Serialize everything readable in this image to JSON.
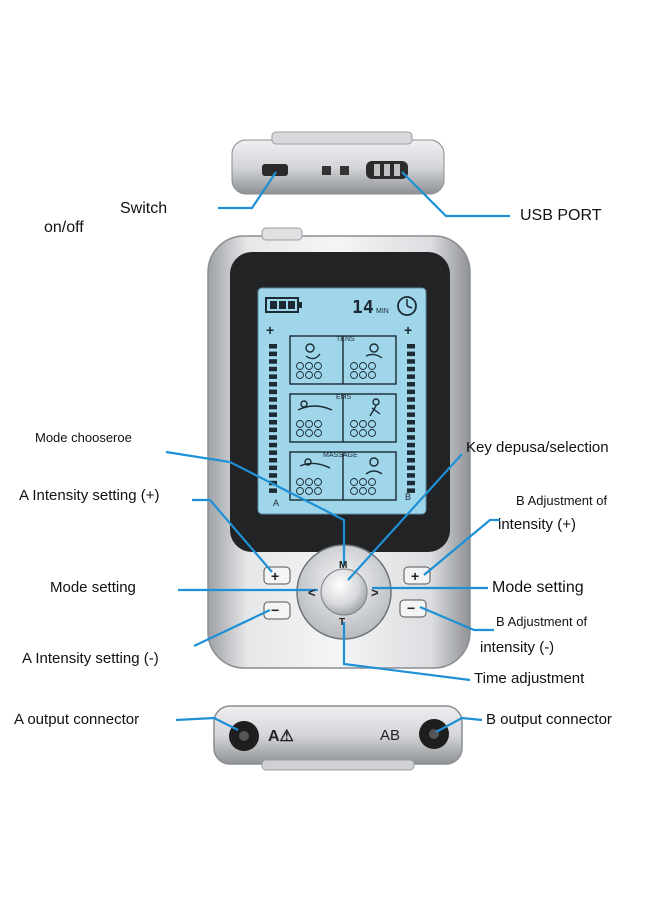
{
  "labels": {
    "switch": "Switch",
    "onoff": "on/off",
    "usb": "USB PORT",
    "mode_choose": "Mode chooseroe",
    "key_select": "Key depusa/selection",
    "a_int_plus": "A Intensity setting (+)",
    "b_adj_plus_1": "B Adjustment of",
    "b_adj_plus_2": "intensity (+)",
    "mode_setting_left": "Mode setting",
    "mode_setting_right": "Mode setting",
    "b_adj_minus_1": "B Adjustment of",
    "b_adj_minus_2": "intensity (-)",
    "a_int_minus": "A Intensity setting (-)",
    "time_adj": "Time adjustment",
    "a_output": "A output connector",
    "b_output": "B output connector"
  },
  "device": {
    "timer_value": "14",
    "timer_unit": "MIN",
    "tens": "TENS",
    "ems": "EMS",
    "massage": "MASSAGE",
    "channel_a": "A",
    "channel_b": "B",
    "plus_sign": "+",
    "minus_sign": "−",
    "key_m": "M",
    "key_t": "T",
    "key_left": "<",
    "key_right": ">",
    "bottom_a": "A⚠",
    "bottom_ab": "AB"
  },
  "colors": {
    "leader": "#1e90d6",
    "lcd": "#9fd6ea",
    "body": "#c8cacd"
  }
}
